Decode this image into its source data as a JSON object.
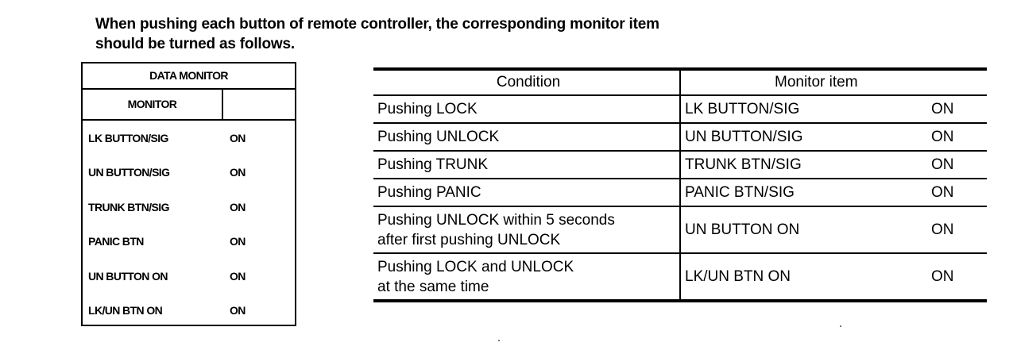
{
  "intro": {
    "line1": "When pushing each button of remote controller, the corresponding monitor item",
    "line2": "should be turned as follows."
  },
  "data_monitor": {
    "title": "DATA MONITOR",
    "column_header": "MONITOR",
    "rows": [
      {
        "item": "LK BUTTON/SIG",
        "value": "ON"
      },
      {
        "item": "UN BUTTON/SIG",
        "value": "ON"
      },
      {
        "item": "TRUNK BTN/SIG",
        "value": "ON"
      },
      {
        "item": "PANIC BTN",
        "value": "ON"
      },
      {
        "item": "UN BUTTON ON",
        "value": "ON"
      },
      {
        "item": "LK/UN BTN ON",
        "value": "ON"
      }
    ]
  },
  "condition_table": {
    "headers": {
      "condition": "Condition",
      "monitor_item": "Monitor item"
    },
    "rows": [
      {
        "condition_line1": "Pushing LOCK",
        "condition_line2": "",
        "item": "LK BUTTON/SIG",
        "value": "ON"
      },
      {
        "condition_line1": "Pushing UNLOCK",
        "condition_line2": "",
        "item": "UN BUTTON/SIG",
        "value": "ON"
      },
      {
        "condition_line1": "Pushing TRUNK",
        "condition_line2": "",
        "item": "TRUNK BTN/SIG",
        "value": "ON"
      },
      {
        "condition_line1": "Pushing PANIC",
        "condition_line2": "",
        "item": "PANIC BTN/SIG",
        "value": "ON"
      },
      {
        "condition_line1": "Pushing UNLOCK within 5 seconds",
        "condition_line2": "after first pushing UNLOCK",
        "item": "UN BUTTON ON",
        "value": "ON"
      },
      {
        "condition_line1": "Pushing LOCK and UNLOCK",
        "condition_line2": "at the same time",
        "item": "LK/UN BTN ON",
        "value": "ON"
      }
    ]
  }
}
